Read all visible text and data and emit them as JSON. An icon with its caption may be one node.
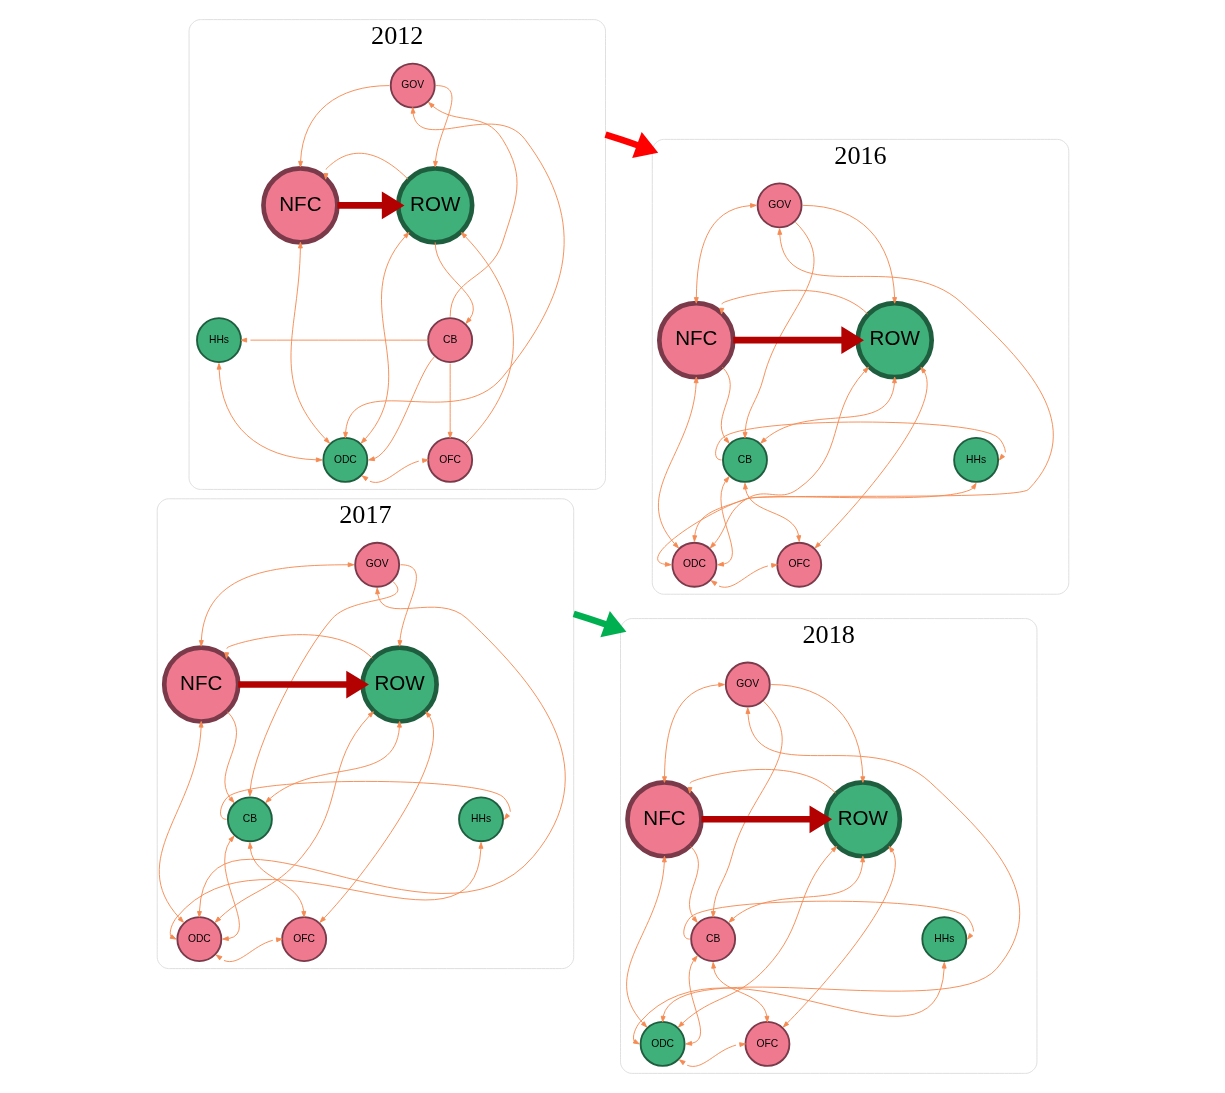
{
  "diagram": {
    "nodes": [
      {
        "text": [
          "2012"
        ]
      },
      {
        "text": [
          "GOV"
        ],
        "in": 0
      },
      {
        "text": [
          "ROW"
        ],
        "in": 0
      },
      {
        "text": [
          "NFC"
        ],
        "in": 0
      },
      {
        "text": [
          "CB"
        ],
        "in": 0
      },
      {
        "text": [
          "HHs"
        ],
        "in": 0
      },
      {
        "text": [
          "OFC"
        ],
        "in": 0
      },
      {
        "text": [
          "ODC"
        ],
        "in": 0
      },
      {
        "text": [
          "2016"
        ]
      },
      {
        "text": [
          "GOV"
        ],
        "in": 8
      },
      {
        "text": [
          "ROW"
        ],
        "in": 8
      },
      {
        "text": [
          "NFC"
        ],
        "in": 8
      },
      {
        "text": [
          "CB"
        ],
        "in": 8
      },
      {
        "text": [
          "HHs"
        ],
        "in": 8
      },
      {
        "text": [
          "OFC"
        ],
        "in": 8
      },
      {
        "text": [
          "ODC"
        ],
        "in": 8
      },
      {
        "text": [
          "2017"
        ]
      },
      {
        "text": [
          "GOV"
        ],
        "in": 16
      },
      {
        "text": [
          "ROW"
        ],
        "in": 16
      },
      {
        "text": [
          "NFC"
        ],
        "in": 16
      },
      {
        "text": [
          "CB"
        ],
        "in": 16
      },
      {
        "text": [
          "HHs"
        ],
        "in": 16
      },
      {
        "text": [
          "OFC"
        ],
        "in": 16
      },
      {
        "text": [
          "ODC"
        ],
        "in": 16
      },
      {
        "text": [
          "2018"
        ]
      },
      {
        "text": [
          "GOV"
        ],
        "in": 24
      },
      {
        "text": [
          "ROW"
        ],
        "in": 24
      },
      {
        "text": [
          "NFC"
        ],
        "in": 24
      },
      {
        "text": [
          "CB"
        ],
        "in": 24
      },
      {
        "text": [
          "HHs"
        ],
        "in": 24
      },
      {
        "text": [
          "OFC"
        ],
        "in": 24
      },
      {
        "text": [
          "ODC"
        ],
        "in": 24
      }
    ],
    "edges": [
      {
        "from": 3,
        "to": 2,
        "arrow": "to",
        "style": "thick",
        "color": "#b30000"
      },
      {
        "from": 2,
        "to": 3,
        "arrow": "to"
      },
      {
        "from": 1,
        "to": 2,
        "arrow": "to"
      },
      {
        "from": 1,
        "to": 3,
        "arrow": "to"
      },
      {
        "from": 7,
        "to": 1,
        "arrow": "both"
      },
      {
        "from": 4,
        "to": 1,
        "arrow": "to"
      },
      {
        "from": 2,
        "to": 4,
        "arrow": "to"
      },
      {
        "from": 3,
        "to": 7,
        "arrow": "both"
      },
      {
        "from": 5,
        "to": 7,
        "arrow": "both"
      },
      {
        "from": 4,
        "to": 5,
        "arrow": "to"
      },
      {
        "from": 4,
        "to": 7,
        "arrow": "to"
      },
      {
        "from": 2,
        "to": 7,
        "arrow": "both"
      },
      {
        "from": 6,
        "to": 2,
        "arrow": "to"
      },
      {
        "from": 4,
        "to": 6,
        "arrow": "to"
      },
      {
        "from": 6,
        "to": 7,
        "arrow": "both"
      },
      {
        "from": 11,
        "to": 10,
        "arrow": "to",
        "style": "thick",
        "color": "#b30000"
      },
      {
        "from": 10,
        "to": 11,
        "arrow": "to"
      },
      {
        "from": 9,
        "to": 10,
        "arrow": "to"
      },
      {
        "from": 11,
        "to": 9,
        "arrow": "both"
      },
      {
        "from": 15,
        "to": 9,
        "arrow": "both"
      },
      {
        "from": 9,
        "to": 12,
        "arrow": "to"
      },
      {
        "from": 11,
        "to": 12,
        "arrow": "to"
      },
      {
        "from": 10,
        "to": 12,
        "arrow": "both"
      },
      {
        "from": 12,
        "to": 13,
        "arrow": "to"
      },
      {
        "from": 13,
        "to": 15,
        "arrow": "both"
      },
      {
        "from": 11,
        "to": 15,
        "arrow": "both"
      },
      {
        "from": 15,
        "to": 10,
        "arrow": "both"
      },
      {
        "from": 15,
        "to": 12,
        "arrow": "both"
      },
      {
        "from": 14,
        "to": 10,
        "arrow": "both"
      },
      {
        "from": 14,
        "to": 12,
        "arrow": "both"
      },
      {
        "from": 15,
        "to": 14,
        "arrow": "both"
      },
      {
        "from": 19,
        "to": 18,
        "arrow": "to",
        "style": "thick",
        "color": "#b30000"
      },
      {
        "from": 18,
        "to": 19,
        "arrow": "to"
      },
      {
        "from": 17,
        "to": 18,
        "arrow": "to"
      },
      {
        "from": 19,
        "to": 17,
        "arrow": "both"
      },
      {
        "from": 23,
        "to": 17,
        "arrow": "both"
      },
      {
        "from": 17,
        "to": 20,
        "arrow": "to"
      },
      {
        "from": 19,
        "to": 20,
        "arrow": "to"
      },
      {
        "from": 18,
        "to": 20,
        "arrow": "both"
      },
      {
        "from": 20,
        "to": 21,
        "arrow": "to"
      },
      {
        "from": 21,
        "to": 23,
        "arrow": "both"
      },
      {
        "from": 19,
        "to": 23,
        "arrow": "both"
      },
      {
        "from": 23,
        "to": 18,
        "arrow": "both"
      },
      {
        "from": 23,
        "to": 20,
        "arrow": "both"
      },
      {
        "from": 22,
        "to": 18,
        "arrow": "both"
      },
      {
        "from": 22,
        "to": 20,
        "arrow": "both"
      },
      {
        "from": 23,
        "to": 22,
        "arrow": "both"
      },
      {
        "from": 27,
        "to": 26,
        "arrow": "to",
        "style": "thick",
        "color": "#b30000"
      },
      {
        "from": 26,
        "to": 27,
        "arrow": "to"
      },
      {
        "from": 25,
        "to": 26,
        "arrow": "to"
      },
      {
        "from": 27,
        "to": 25,
        "arrow": "both"
      },
      {
        "from": 31,
        "to": 25,
        "arrow": "both"
      },
      {
        "from": 25,
        "to": 28,
        "arrow": "to"
      },
      {
        "from": 27,
        "to": 28,
        "arrow": "to"
      },
      {
        "from": 26,
        "to": 28,
        "arrow": "both"
      },
      {
        "from": 28,
        "to": 29,
        "arrow": "to"
      },
      {
        "from": 29,
        "to": 31,
        "arrow": "both"
      },
      {
        "from": 27,
        "to": 31,
        "arrow": "both"
      },
      {
        "from": 31,
        "to": 26,
        "arrow": "both"
      },
      {
        "from": 31,
        "to": 28,
        "arrow": "both"
      },
      {
        "from": 30,
        "to": 26,
        "arrow": "both"
      },
      {
        "from": 30,
        "to": 28,
        "arrow": "both"
      },
      {
        "from": 31,
        "to": 30,
        "arrow": "both"
      },
      {
        "from": 0,
        "to": 8,
        "arrow": "to",
        "style": "thick",
        "color": "#ff0000"
      },
      {
        "from": 16,
        "to": 24,
        "arrow": "to",
        "style": "thick",
        "color": "#00b050"
      }
    ]
  }
}
